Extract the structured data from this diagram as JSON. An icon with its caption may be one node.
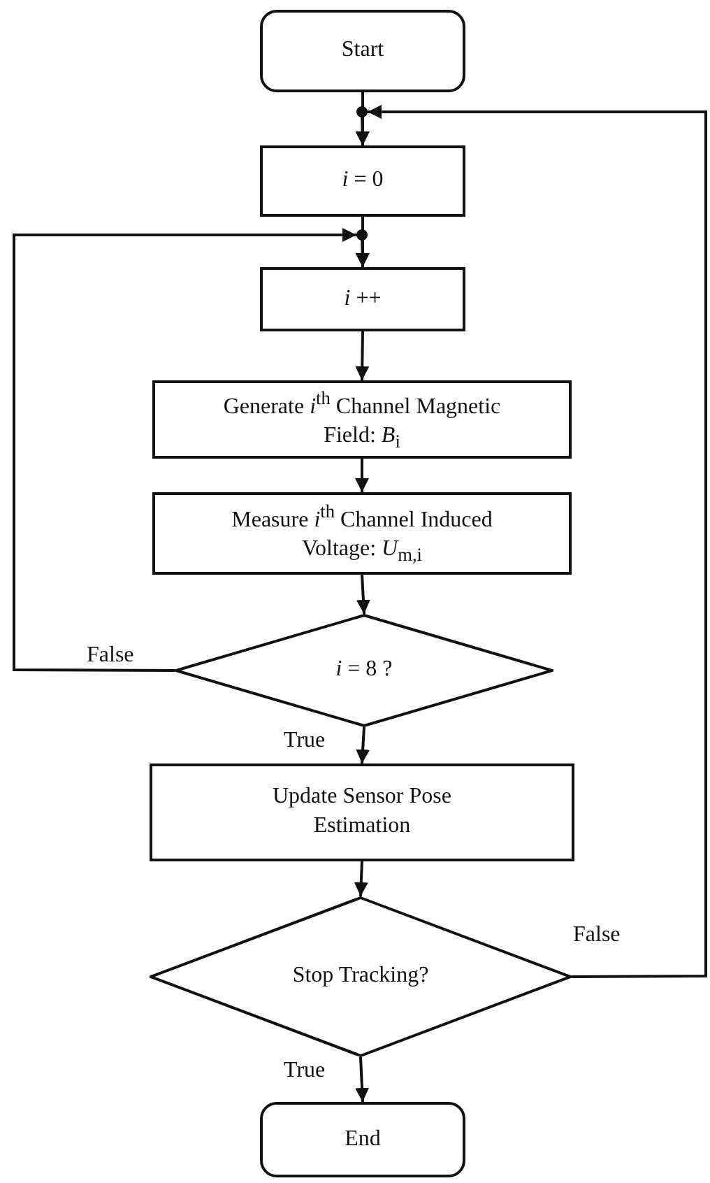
{
  "diagram": {
    "nodes": [
      {
        "text": [
          "Start"
        ]
      },
      {
        "text": [
          "*i* = 0"
        ]
      },
      {
        "text": [
          "*i* ++"
        ]
      },
      {
        "text": [
          "Generate *i*$^{th}$ Channel Magnetic Field: *B*$_{i}$"
        ]
      },
      {
        "text": [
          "Measure *i*$^{th}$ Channel Induced Voltage: *U*$_{m,i}$"
        ]
      },
      {
        "text": [
          "*i* = 8 ?"
        ]
      },
      {
        "text": [
          "Update Sensor Pose Estimation"
        ]
      },
      {
        "text": [
          "Stop Tracking?"
        ]
      },
      {
        "text": [
          "End"
        ]
      }
    ],
    "edges": [
      {
        "from": 0,
        "to": 1,
        "arrow": "to"
      },
      {
        "from": 7,
        "to": 1,
        "arrow": "to",
        "label": "False"
      },
      {
        "from": 1,
        "to": 2,
        "arrow": "to"
      },
      {
        "from": 5,
        "to": 2,
        "arrow": "to",
        "label": "False"
      },
      {
        "from": 2,
        "to": 3,
        "arrow": "to"
      },
      {
        "from": 3,
        "to": 4,
        "arrow": "to"
      },
      {
        "from": 4,
        "to": 5,
        "arrow": "to"
      },
      {
        "from": 5,
        "to": 6,
        "arrow": "to",
        "label": "True"
      },
      {
        "from": 6,
        "to": 7,
        "arrow": "to"
      },
      {
        "from": 7,
        "to": 8,
        "arrow": "to",
        "label": "True"
      }
    ]
  }
}
